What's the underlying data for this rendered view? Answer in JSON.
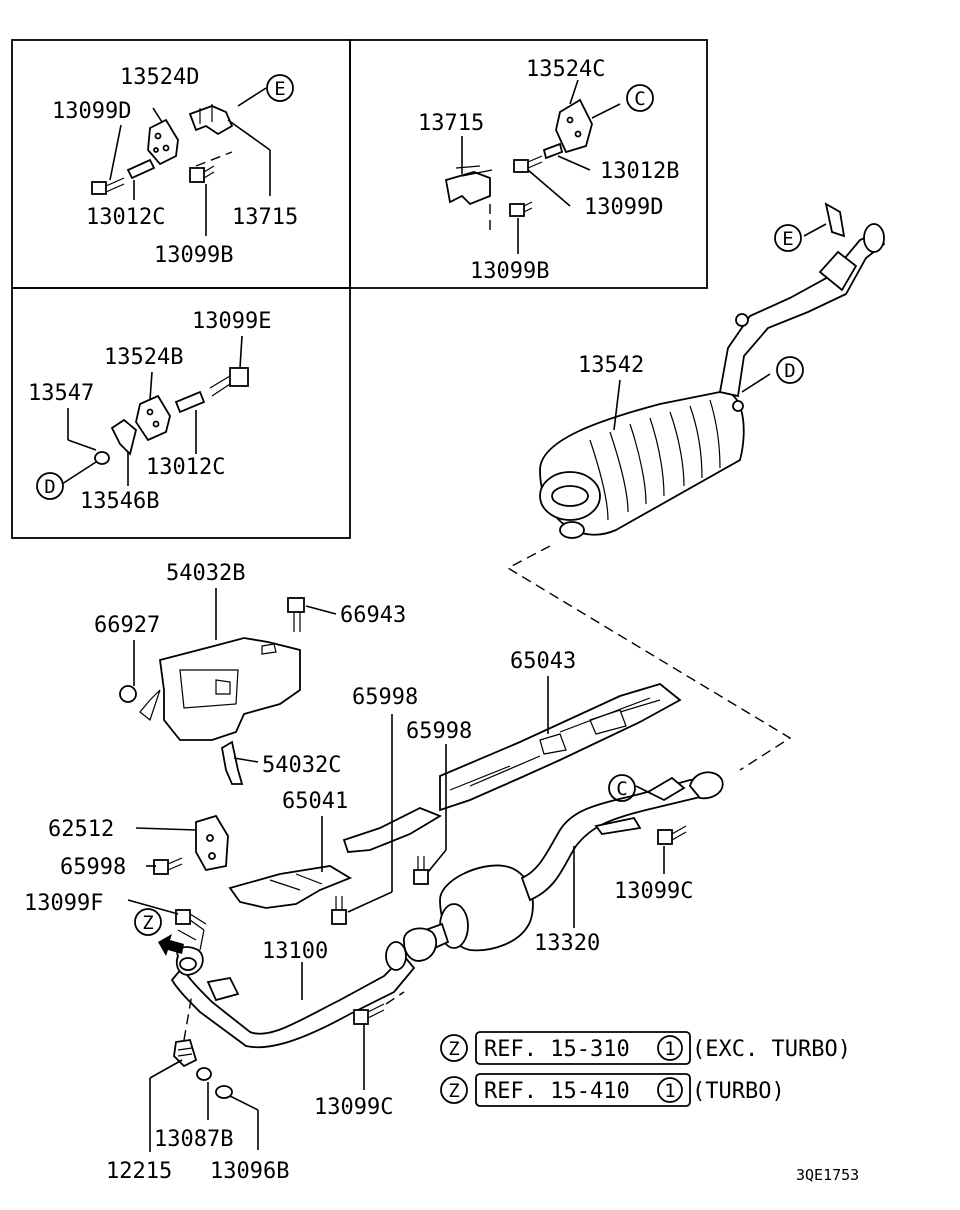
{
  "callouts": {
    "e1": "E",
    "c1": "C",
    "d1": "D",
    "d2": "D",
    "e2": "E",
    "c2": "C",
    "z1": "Z",
    "z2": "Z",
    "z3": "Z"
  },
  "labels": {
    "p13524D": "13524D",
    "p13099D_a": "13099D",
    "p13012C_a": "13012C",
    "p13715_a": "13715",
    "p13099B_a": "13099B",
    "p13524C": "13524C",
    "p13715_b": "13715",
    "p13012B": "13012B",
    "p13099D_b": "13099D",
    "p13099B_b": "13099B",
    "p13099E": "13099E",
    "p13524B": "13524B",
    "p13547": "13547",
    "p13012C_b": "13012C",
    "p13546B": "13546B",
    "p13542": "13542",
    "p54032B": "54032B",
    "p66927": "66927",
    "p66943": "66943",
    "p54032C": "54032C",
    "p65043": "65043",
    "p65998_a": "65998",
    "p65998_b": "65998",
    "p65041": "65041",
    "p62512": "62512",
    "p65998_c": "65998",
    "p13099F": "13099F",
    "p13100": "13100",
    "p13320": "13320",
    "p13099C_a": "13099C",
    "p13099C_b": "13099C",
    "p12215": "12215",
    "p13087B": "13087B",
    "p13096B": "13096B"
  },
  "references": [
    {
      "ref": "REF. 15-310",
      "circled": "1",
      "note": "(EXC. TURBO)"
    },
    {
      "ref": "REF. 15-410",
      "circled": "1",
      "note": "(TURBO)"
    }
  ],
  "diagram_code": "3QE1753"
}
